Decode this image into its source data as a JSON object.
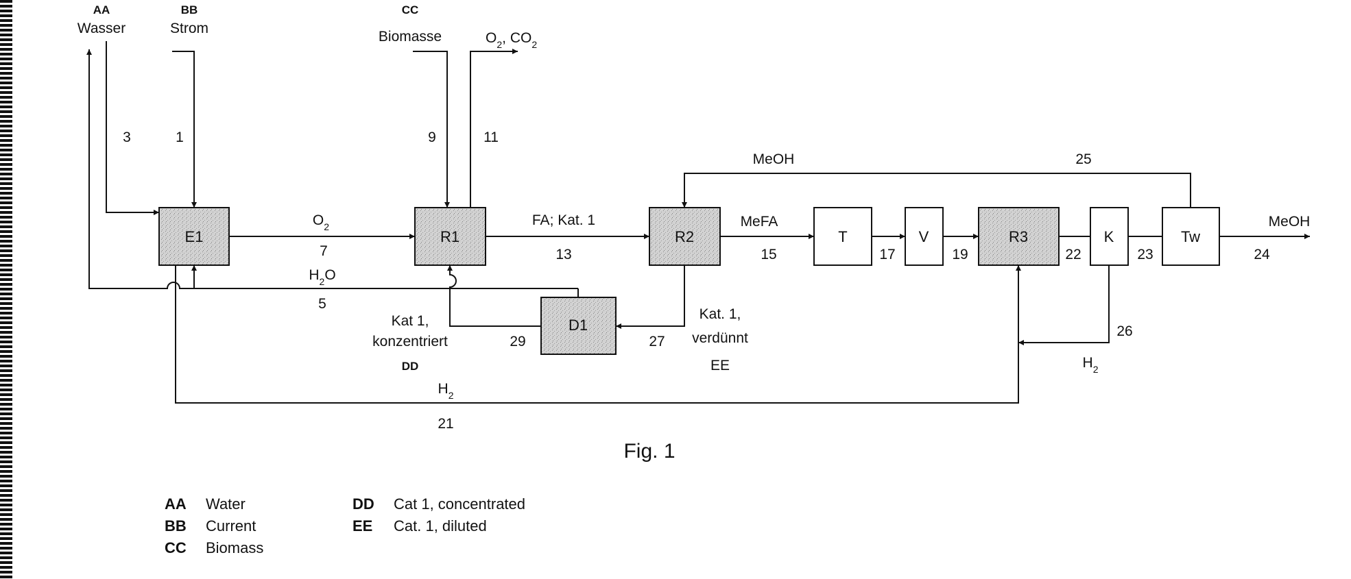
{
  "inputs": {
    "water_code": "AA",
    "water": "Wasser",
    "current_code": "BB",
    "current": "Strom",
    "biomass_code": "CC",
    "biomass": "Biomasse",
    "o2": "O",
    "o2_sub": "2",
    "co2": "CO",
    "co2_sub": "2"
  },
  "units": {
    "e1": "E1",
    "r1": "R1",
    "r2": "R2",
    "r3": "R3",
    "d1": "D1",
    "t": "T",
    "v": "V",
    "k": "K",
    "tw": "Tw"
  },
  "streams": {
    "s1": "1",
    "s3": "3",
    "s5": "5",
    "s7": "7",
    "s9": "9",
    "s11": "11",
    "s13": "13",
    "s15": "15",
    "s17": "17",
    "s19": "19",
    "s21": "21",
    "s22": "22",
    "s23": "23",
    "s24": "24",
    "s25": "25",
    "s26": "26",
    "s27": "27",
    "s29": "29"
  },
  "labels": {
    "h2o": "H",
    "h2o_sub": "2",
    "h2o_tail": "O",
    "fa_kat": "FA; Kat. 1",
    "mefa": "MeFA",
    "meoh_recycle": "MeOH",
    "meoh_out": "MeOH",
    "kat_conc_1": "Kat 1,",
    "kat_conc_2": "konzentriert",
    "conc_code": "DD",
    "kat_dil_1": "Kat. 1,",
    "kat_dil_2": "verdünnt",
    "dil_code": "EE",
    "h2_bottom": "H",
    "h2_bottom_sub": "2",
    "h2_right": "H",
    "h2_right_sub": "2"
  },
  "caption": "Fig. 1",
  "legend": [
    {
      "code": "AA",
      "text": "Water"
    },
    {
      "code": "BB",
      "text": "Current"
    },
    {
      "code": "CC",
      "text": "Biomass"
    },
    {
      "code": "DD",
      "text": "Cat 1, concentrated"
    },
    {
      "code": "EE",
      "text": "Cat. 1, diluted"
    }
  ],
  "colors": {
    "shaded_fill": "#d4d4d4",
    "line": "#111111"
  }
}
